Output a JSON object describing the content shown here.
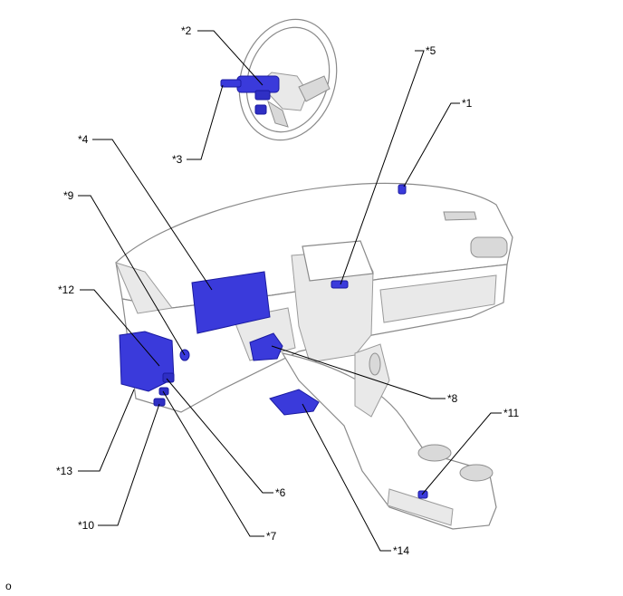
{
  "callouts": {
    "c1": "*1",
    "c2": "*2",
    "c3": "*3",
    "c4": "*4",
    "c5": "*5",
    "c6": "*6",
    "c7": "*7",
    "c8": "*8",
    "c9": "*9",
    "c10": "*10",
    "c11": "*11",
    "c12": "*12",
    "c13": "*13",
    "c14": "*14"
  },
  "footer": {
    "mark": "o"
  },
  "colors": {
    "part_fill": "#3a3adb",
    "part_stroke": "#1a1aa0",
    "outline": "#8a8a8a",
    "leader": "#000000"
  }
}
